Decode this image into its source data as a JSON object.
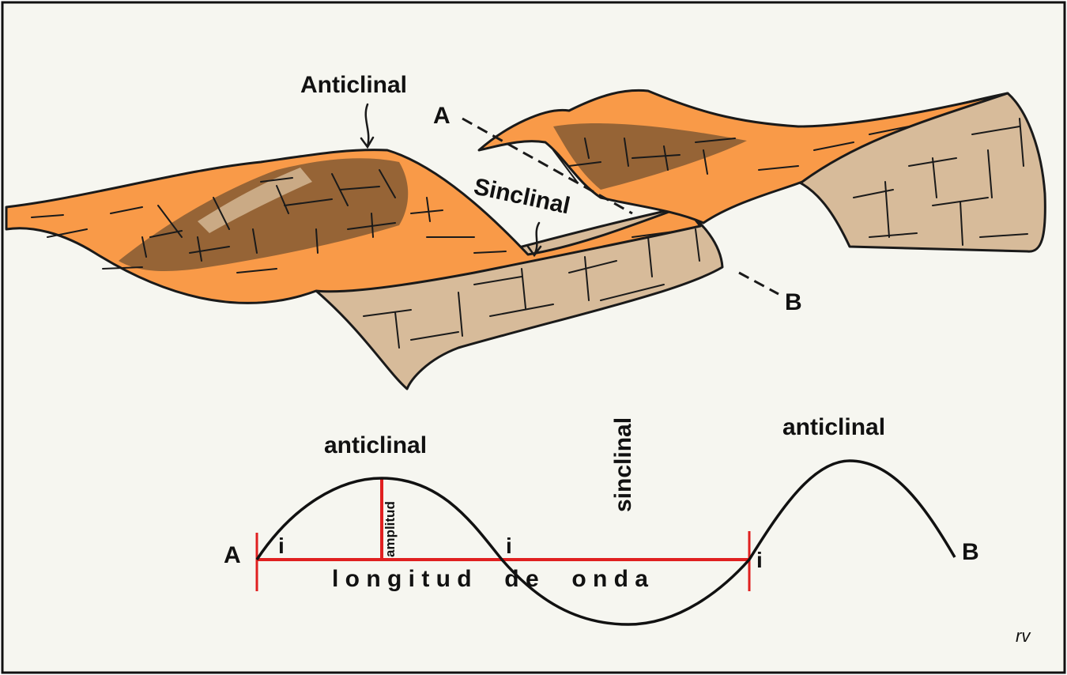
{
  "block": {
    "label_anticline": "Anticlinal",
    "label_syncline": "Sinclinal",
    "point_a": "A",
    "point_b": "B"
  },
  "profile": {
    "label_anticline_left": "anticlinal",
    "label_anticline_right": "anticlinal",
    "label_syncline": "sinclinal",
    "label_amplitude": "amplitud",
    "label_wavelength": "l o n g i t u d     d e     o n d a",
    "inflection_label": "i",
    "point_a": "A",
    "point_b": "B"
  },
  "credit": "rv",
  "colors": {
    "background": "#f6f6f0",
    "top_layer": "#f99a48",
    "under_layer": "#d7bb9a",
    "eroded_core": "#8b5e34",
    "measure_lines": "#e02020",
    "ink": "#1a1a1a"
  }
}
